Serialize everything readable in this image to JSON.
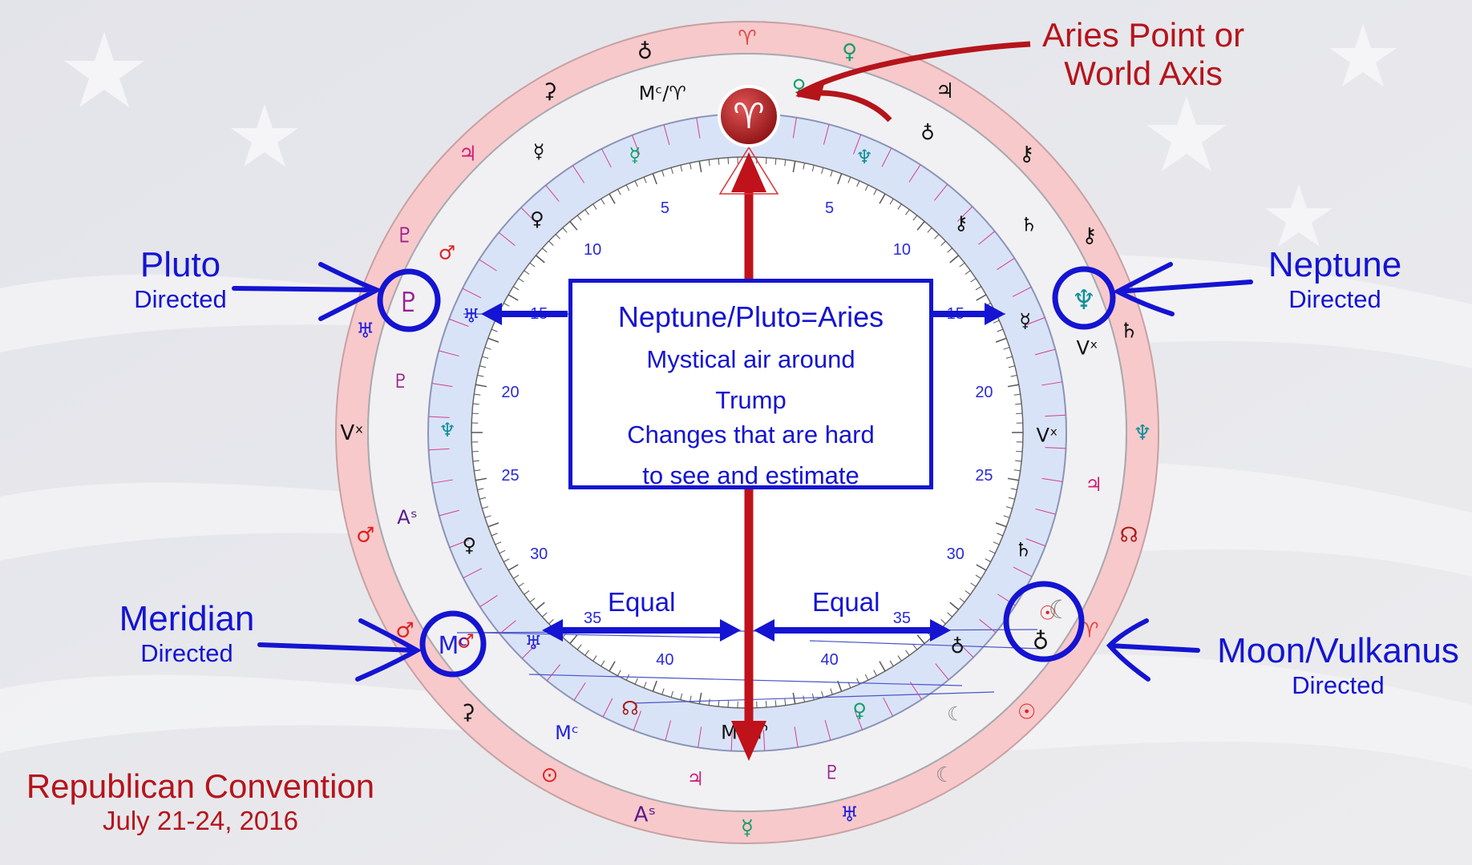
{
  "annotations": {
    "aries_point": [
      "Aries Point or",
      "World Axis"
    ],
    "pluto": {
      "title": "Pluto",
      "sub": "Directed"
    },
    "neptune": {
      "title": "Neptune",
      "sub": "Directed"
    },
    "meridian": {
      "title": "Meridian",
      "sub": "Directed"
    },
    "moon": {
      "title": "Moon/Vulkanus",
      "sub": "Directed"
    },
    "event": {
      "title": "Republican Convention",
      "date": "July 21-24, 2016"
    }
  },
  "center_box": {
    "title": "Neptune/Pluto=Aries",
    "line1": "Mystical air around",
    "line2": "Trump",
    "line3": "Changes that are hard",
    "line4": "to see and estimate"
  },
  "equal_labels": [
    "Equal",
    "Equal"
  ],
  "dial_numbers": [
    "5",
    "10",
    "15",
    "20",
    "25",
    "30",
    "35",
    "40"
  ],
  "aries_glyph": "♈",
  "colors": {
    "accent_blue": "#1414d2",
    "accent_red": "#b5141b",
    "outer_ring": "#f7c9cb",
    "inner_ring": "#d9e3f7"
  },
  "glyphs": {
    "outer_ring": [
      {
        "g": "♈",
        "c": "#e04848"
      },
      {
        "g": "♀",
        "c": "#12a06a"
      },
      {
        "g": "♃",
        "c": "#111111"
      },
      {
        "g": "⚷",
        "c": "#111111"
      },
      {
        "g": "⚷",
        "c": "#111111"
      },
      {
        "g": "♄",
        "c": "#111111"
      },
      {
        "g": "♆",
        "c": "#11909a"
      },
      {
        "g": "☊",
        "c": "#a81b1b"
      },
      {
        "g": "♈",
        "c": "#e04848"
      },
      {
        "g": "☉",
        "c": "#e02020"
      },
      {
        "g": "☾",
        "c": "#888888"
      },
      {
        "g": "♅",
        "c": "#2222dd"
      },
      {
        "g": "☿",
        "c": "#12a06a"
      },
      {
        "g": "Aˢ",
        "c": "#5a1a8a"
      },
      {
        "g": "⊙",
        "c": "#e02020"
      },
      {
        "g": "⚳",
        "c": "#111111"
      },
      {
        "g": "♂",
        "c": "#e02020"
      },
      {
        "g": "♂",
        "c": "#e02020"
      },
      {
        "g": "Vˣ",
        "c": "#111111"
      },
      {
        "g": "♅",
        "c": "#2222dd"
      },
      {
        "g": "♇",
        "c": "#9b1e8e"
      },
      {
        "g": "♃",
        "c": "#d0207a"
      },
      {
        "g": "⚳",
        "c": "#111111"
      },
      {
        "g": "♁",
        "c": "#111111"
      }
    ],
    "middle_ring": [
      {
        "g": "Mᶜ/♈",
        "c": "#111111"
      },
      {
        "g": "♀",
        "c": "#12a06a"
      },
      {
        "g": "♁",
        "c": "#111111"
      },
      {
        "g": "♄",
        "c": "#111111"
      },
      {
        "g": "Vˣ",
        "c": "#111111"
      },
      {
        "g": "♃",
        "c": "#d0207a"
      },
      {
        "g": "☉",
        "c": "#e02020"
      },
      {
        "g": "☾",
        "c": "#888888"
      },
      {
        "g": "♇",
        "c": "#9b1e8e"
      },
      {
        "g": "♃",
        "c": "#d0207a"
      },
      {
        "g": "Mᶜ",
        "c": "#2222dd"
      },
      {
        "g": "♂",
        "c": "#e02020"
      },
      {
        "g": "Aˢ",
        "c": "#5a1a8a"
      },
      {
        "g": "♇",
        "c": "#9b1e8e"
      },
      {
        "g": "♂",
        "c": "#e02020"
      },
      {
        "g": "☿",
        "c": "#111111"
      }
    ],
    "inner_ring": [
      {
        "g": "☿",
        "c": "#12a06a"
      },
      {
        "g": "⚳",
        "c": "#111111"
      },
      {
        "g": "♆",
        "c": "#11909a"
      },
      {
        "g": "⚷",
        "c": "#111111"
      },
      {
        "g": "☿",
        "c": "#111111"
      },
      {
        "g": "Vˣ",
        "c": "#111111"
      },
      {
        "g": "♄",
        "c": "#111111"
      },
      {
        "g": "♁",
        "c": "#111111"
      },
      {
        "g": "♀",
        "c": "#12a06a"
      },
      {
        "g": "Mᶜ/♈",
        "c": "#111111"
      },
      {
        "g": "☊",
        "c": "#a81b1b"
      },
      {
        "g": "♅",
        "c": "#2222dd"
      },
      {
        "g": "♀",
        "c": "#111111"
      },
      {
        "g": "♆",
        "c": "#11909a"
      },
      {
        "g": "♅",
        "c": "#2222dd"
      },
      {
        "g": "♀",
        "c": "#111111"
      }
    ]
  },
  "circled_glyphs": {
    "pluto": {
      "g": "♇",
      "c": "#9b1e8e"
    },
    "neptune": {
      "g": "♆",
      "c": "#11909a"
    },
    "meridian": {
      "g": "Mᶜ",
      "c": "#2222dd"
    },
    "moon": {
      "g": "☾",
      "c": "#888888"
    },
    "vulkanus": {
      "g": "♁",
      "c": "#111111"
    }
  }
}
